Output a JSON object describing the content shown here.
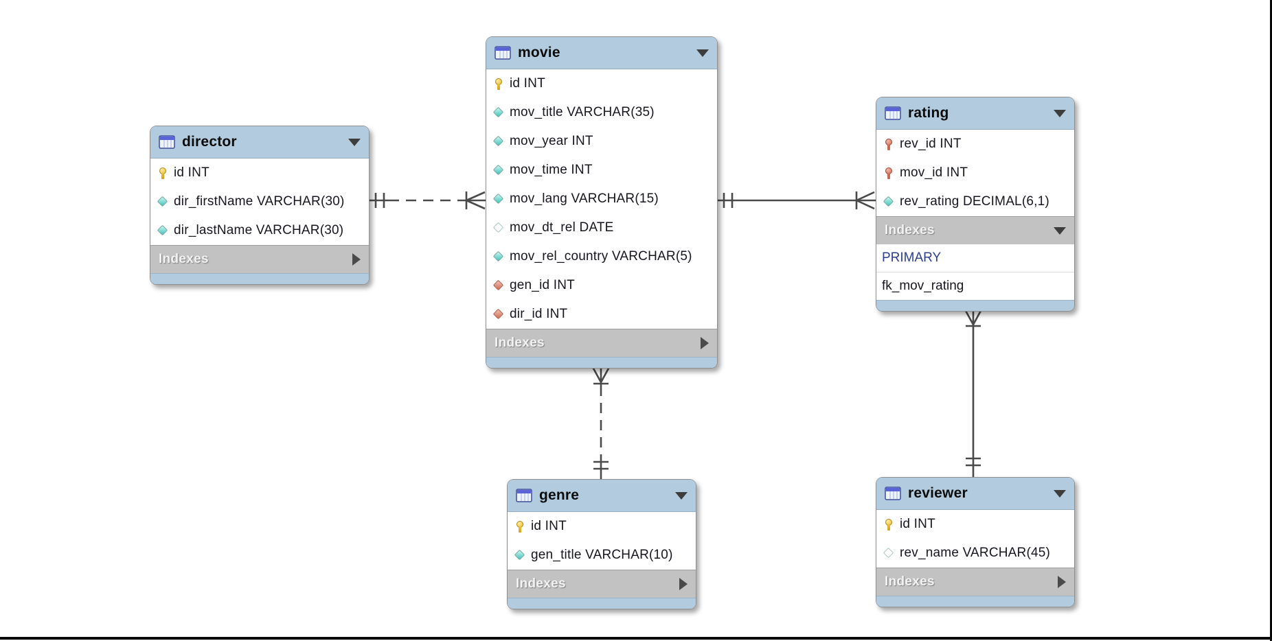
{
  "diagram": {
    "kind": "database-eer-diagram",
    "tables": [
      {
        "name": "director",
        "title": "director",
        "columns": [
          {
            "icon": "key-yellow",
            "text": "id INT"
          },
          {
            "icon": "diamond-filled",
            "text": "dir_firstName VARCHAR(30)"
          },
          {
            "icon": "diamond-filled",
            "text": "dir_lastName VARCHAR(30)"
          }
        ],
        "indexes_label": "Indexes",
        "indexes_expanded": false,
        "index_rows": []
      },
      {
        "name": "movie",
        "title": "movie",
        "columns": [
          {
            "icon": "key-yellow",
            "text": "id INT"
          },
          {
            "icon": "diamond-filled",
            "text": "mov_title VARCHAR(35)"
          },
          {
            "icon": "diamond-filled",
            "text": "mov_year INT"
          },
          {
            "icon": "diamond-filled",
            "text": "mov_time INT"
          },
          {
            "icon": "diamond-filled",
            "text": "mov_lang VARCHAR(15)"
          },
          {
            "icon": "diamond-hollow",
            "text": "mov_dt_rel DATE"
          },
          {
            "icon": "diamond-filled",
            "text": "mov_rel_country VARCHAR(5)"
          },
          {
            "icon": "diamond-red",
            "text": "gen_id INT"
          },
          {
            "icon": "diamond-red",
            "text": "dir_id INT"
          }
        ],
        "indexes_label": "Indexes",
        "indexes_expanded": false,
        "index_rows": []
      },
      {
        "name": "rating",
        "title": "rating",
        "columns": [
          {
            "icon": "key-red",
            "text": "rev_id INT"
          },
          {
            "icon": "key-red",
            "text": "mov_id INT"
          },
          {
            "icon": "diamond-filled",
            "text": "rev_rating DECIMAL(6,1)"
          }
        ],
        "indexes_label": "Indexes",
        "indexes_expanded": true,
        "index_rows": [
          "PRIMARY",
          "fk_mov_rating"
        ]
      },
      {
        "name": "genre",
        "title": "genre",
        "columns": [
          {
            "icon": "key-yellow",
            "text": "id INT"
          },
          {
            "icon": "diamond-filled",
            "text": "gen_title VARCHAR(10)"
          }
        ],
        "indexes_label": "Indexes",
        "indexes_expanded": false,
        "index_rows": []
      },
      {
        "name": "reviewer",
        "title": "reviewer",
        "columns": [
          {
            "icon": "key-yellow",
            "text": "id INT"
          },
          {
            "icon": "diamond-hollow",
            "text": "rev_name VARCHAR(45)"
          }
        ],
        "indexes_label": "Indexes",
        "indexes_expanded": false,
        "index_rows": []
      }
    ],
    "relationships": [
      {
        "one_end": "director",
        "many_end": "movie",
        "cardinality": "one-to-many",
        "line_style": "dashed",
        "one_marker": "mandatory-one",
        "many_marker": "crow-foot-one-bar"
      },
      {
        "one_end": "movie",
        "many_end": "rating",
        "cardinality": "one-to-many",
        "line_style": "solid",
        "one_marker": "mandatory-one",
        "many_marker": "crow-foot-one-bar"
      },
      {
        "one_end": "genre",
        "many_end": "movie",
        "cardinality": "one-to-many",
        "line_style": "dashed",
        "one_marker": "mandatory-one",
        "many_marker": "crow-foot-one-bar"
      },
      {
        "one_end": "reviewer",
        "many_end": "rating",
        "cardinality": "one-to-many",
        "line_style": "solid",
        "one_marker": "mandatory-one",
        "many_marker": "crow-foot-one-bar"
      }
    ],
    "colors": {
      "table_header_blue": "#b3cbdf",
      "indexes_bar_gray": "#c2c2c2",
      "connector_line": "#4a4a4a",
      "primary_index_text": "#2e3f8f",
      "pk_icon_yellow": "#ecb92d",
      "fk_icon_red": "#ce6b55",
      "column_icon_cyan": "#41c2b9",
      "frame_border": "#0a0a0a"
    }
  }
}
